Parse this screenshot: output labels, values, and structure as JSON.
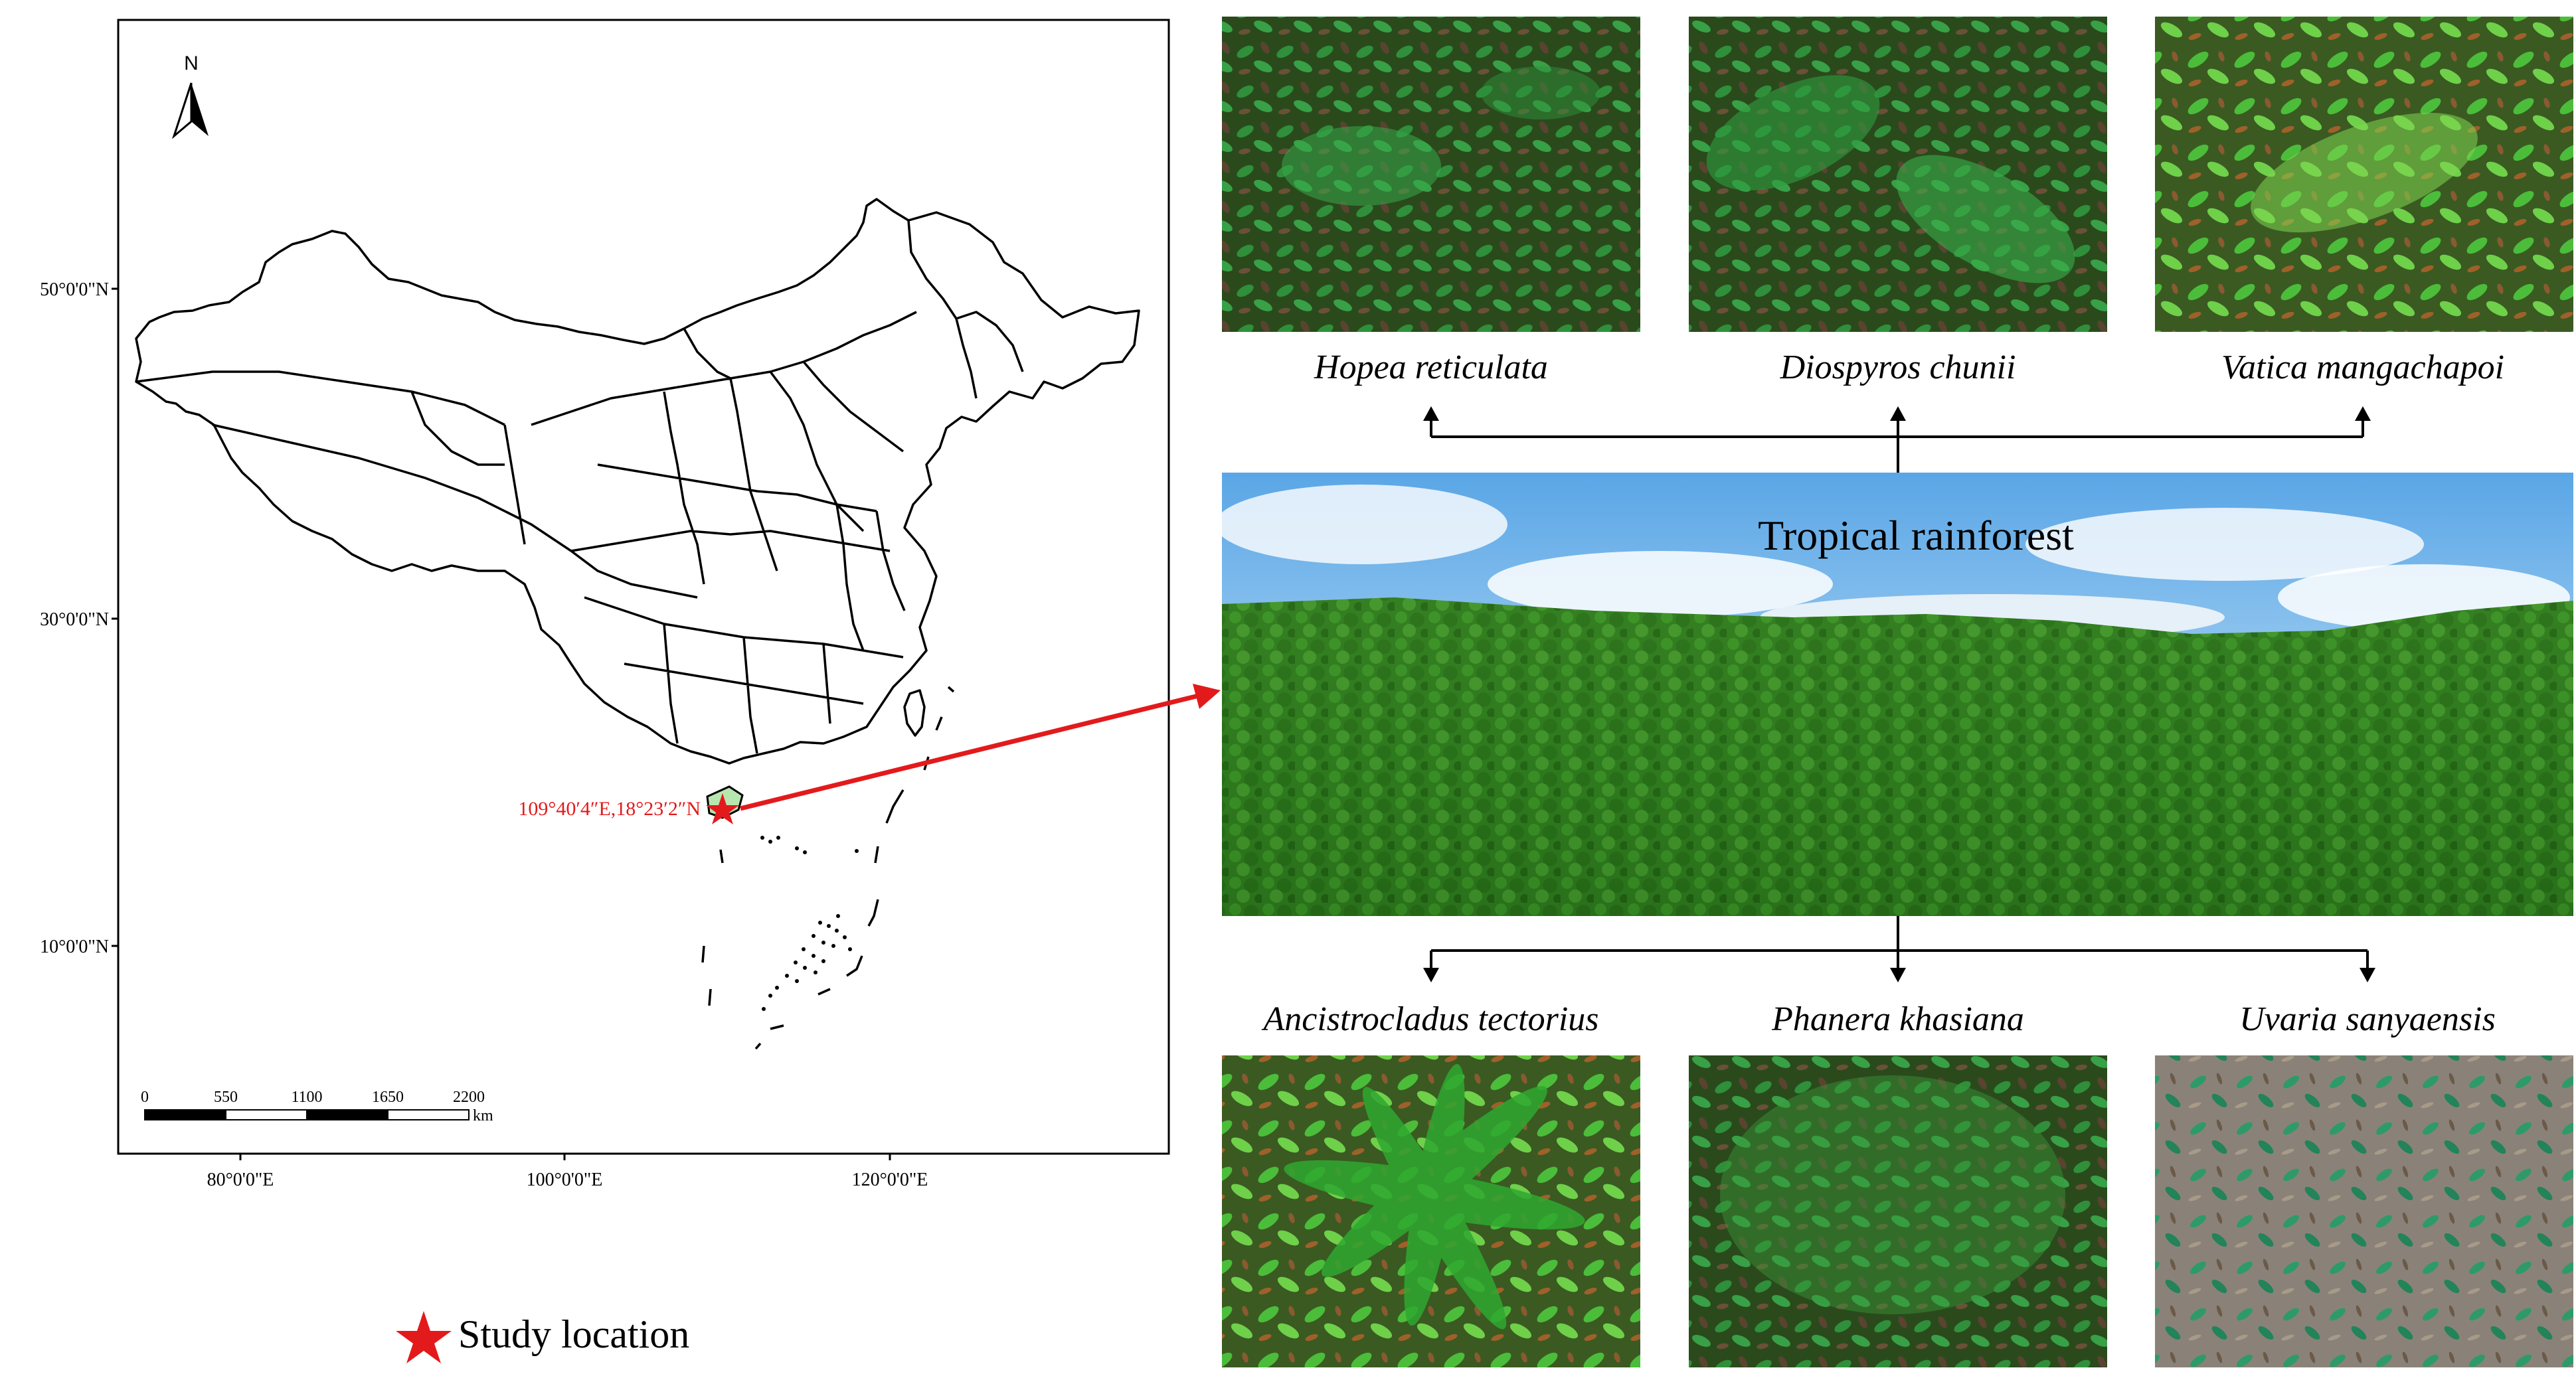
{
  "map": {
    "north_label": "N",
    "lat_labels": [
      "50°0'0\"N",
      "30°0'0\"N",
      "10°0'0\"N"
    ],
    "lon_labels": [
      "80°0'0\"E",
      "100°0'0\"E",
      "120°0'0\"E"
    ],
    "scale_ticks": [
      "0",
      "550",
      "1100",
      "1650",
      "2200"
    ],
    "scale_unit": "km",
    "study_coords": "109°40′4″E,18°23′2″N"
  },
  "legend": {
    "star_label": "Study location"
  },
  "forest_label": "Tropical  rainforest",
  "species_top": [
    "Hopea reticulata",
    "Diospyros chunii",
    "Vatica mangachapoi"
  ],
  "species_bottom": [
    "Ancistrocladus tectorius",
    "Phanera khasiana",
    "Uvaria sanyaensis"
  ],
  "colors": {
    "highlight": "#e31a1c",
    "province_fill": "#b8e6b0",
    "sky": "#8ec3ec",
    "forest": "#2f7a1f"
  }
}
